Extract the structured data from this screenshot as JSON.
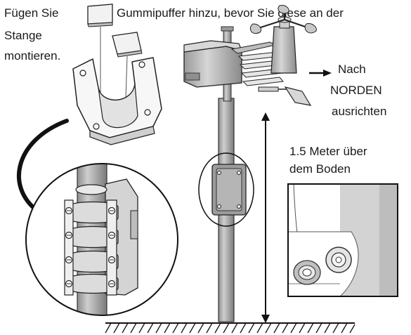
{
  "labels": {
    "instruction_line1_a": "Fügen Sie",
    "instruction_line1_b": "Gummipuffer hinzu, bevor Sie diese an der",
    "instruction_line2": "Stange",
    "instruction_line3": "montieren.",
    "direction_line1": "Nach",
    "direction_line2": "NORDEN",
    "direction_line3": "ausrichten",
    "height_line1": "1.5 Meter über",
    "height_line2": "dem Boden"
  }
}
